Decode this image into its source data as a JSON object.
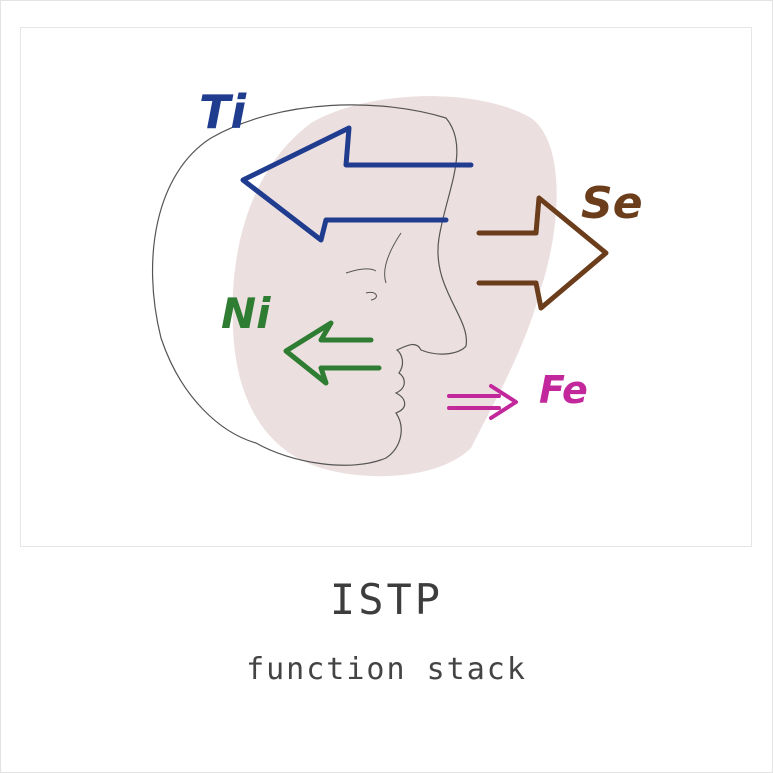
{
  "title": "ISTP",
  "subtitle": "function stack",
  "functions": [
    {
      "key": "ti",
      "label": "Ti",
      "color": "#1f3c8f"
    },
    {
      "key": "se",
      "label": "Se",
      "color": "#6b3d1b"
    },
    {
      "key": "ni",
      "label": "Ni",
      "color": "#2e7d32"
    },
    {
      "key": "fe",
      "label": "Fe",
      "color": "#c2289b"
    }
  ],
  "colors": {
    "blob": "#ecdfe0",
    "outline": "#555555"
  }
}
